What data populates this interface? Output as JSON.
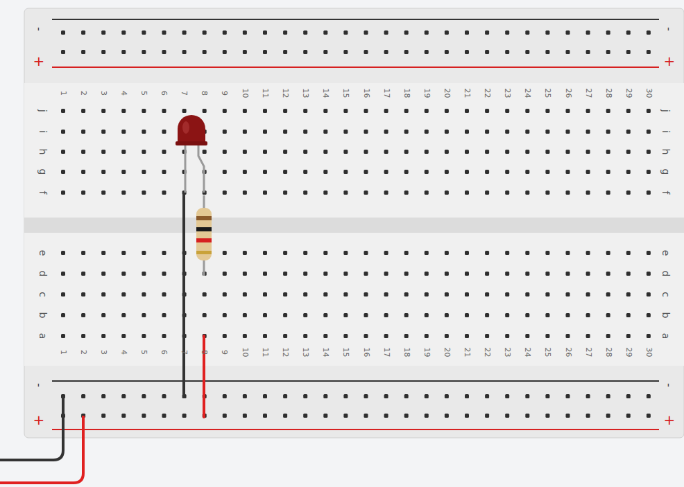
{
  "diagram": {
    "labels": [
      "-",
      "-",
      "+",
      "+",
      "1",
      "2",
      "3",
      "4",
      "5",
      "6",
      "7",
      "8",
      "9",
      "10",
      "11",
      "12",
      "13",
      "14",
      "15",
      "16",
      "17",
      "18",
      "19",
      "20",
      "21",
      "22",
      "23",
      "24",
      "25",
      "26",
      "27",
      "28",
      "29",
      "30",
      "j",
      "i",
      "h",
      "g",
      "f",
      "j",
      "i",
      "h",
      "g",
      "f",
      "e",
      "d",
      "c",
      "b",
      "a",
      "e",
      "d",
      "c",
      "b",
      "a",
      "1",
      "2",
      "3",
      "4",
      "5",
      "6",
      "7",
      "8",
      "9",
      "10",
      "11",
      "12",
      "13",
      "14",
      "15",
      "16",
      "17",
      "18",
      "19",
      "20",
      "21",
      "22",
      "23",
      "24",
      "25",
      "26",
      "27",
      "28",
      "29",
      "30",
      "-",
      "-",
      "+",
      "+"
    ]
  }
}
